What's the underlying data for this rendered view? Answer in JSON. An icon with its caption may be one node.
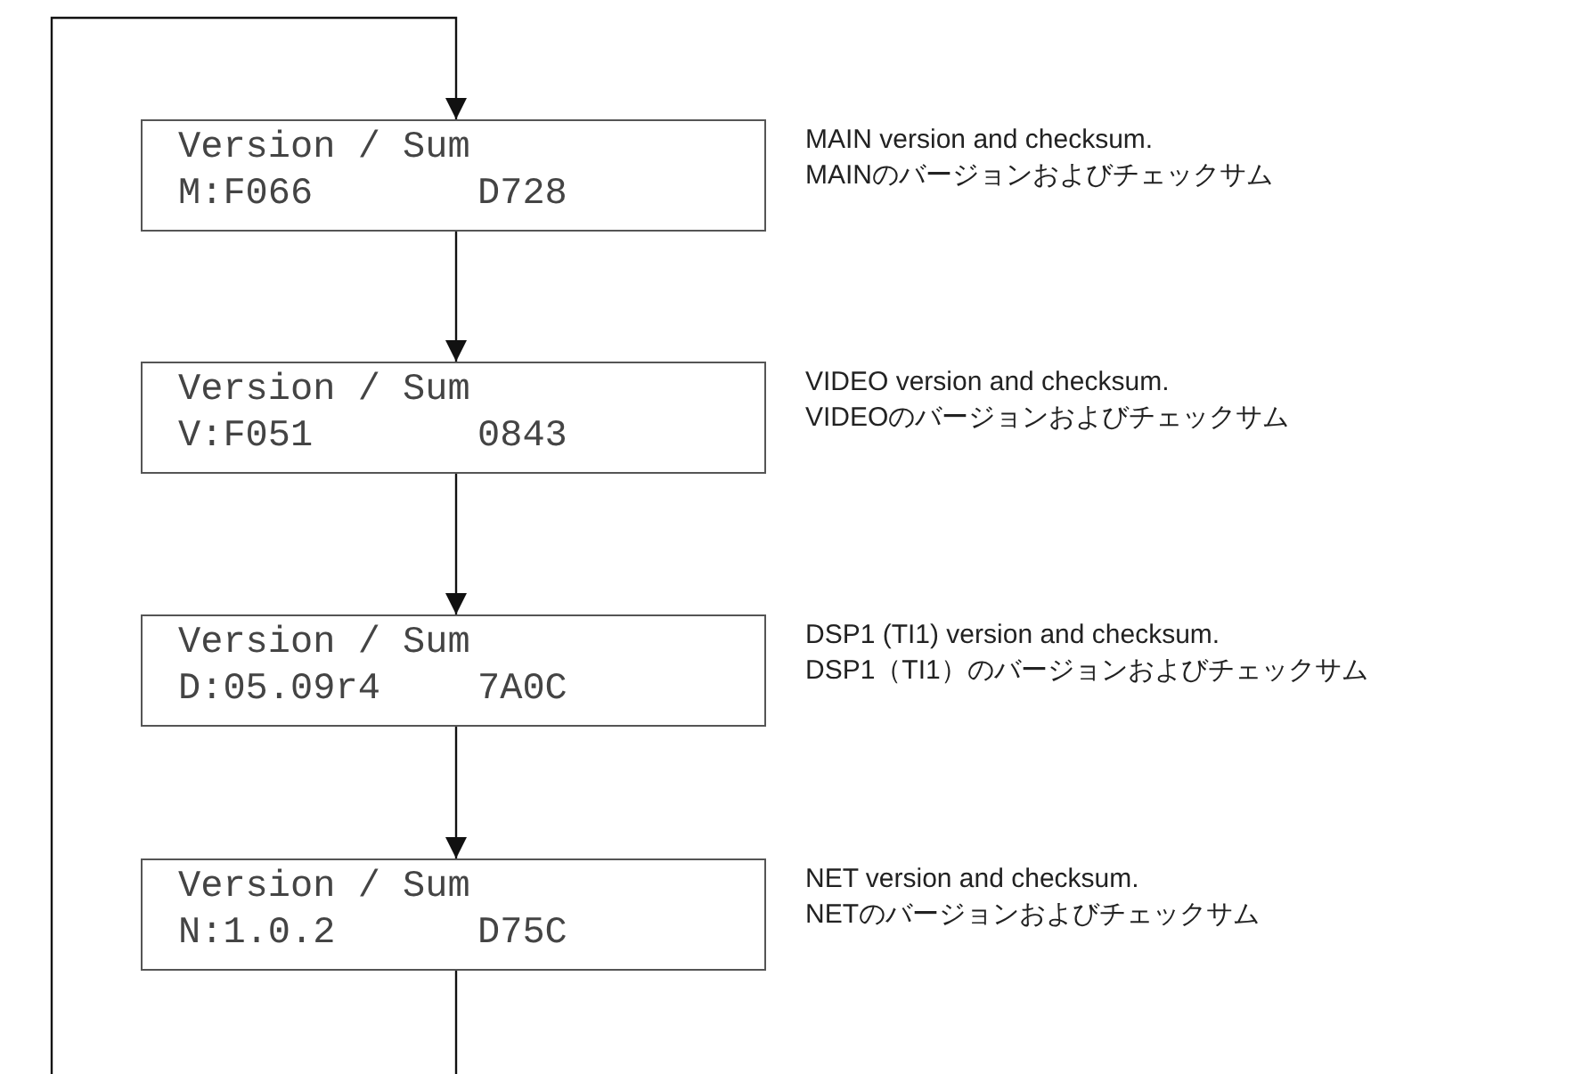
{
  "diagram": {
    "nodes": [
      {
        "text": [
          "Version / Sum",
          "M:F066",
          "D728"
        ],
        "beside": [
          "MAIN version and checksum.",
          "MAINのバージョンおよびチェックサム"
        ]
      },
      {
        "text": [
          "Version / Sum",
          "V:F051",
          "0843"
        ],
        "beside": [
          "VIDEO version and checksum.",
          "VIDEOのバージョンおよびチェックサム"
        ]
      },
      {
        "text": [
          "Version / Sum",
          "D:05.09r4",
          "7A0C"
        ],
        "beside": [
          "DSP1 (TI1) version and checksum.",
          "DSP1（TI1）のバージョンおよびチェックサム"
        ]
      },
      {
        "text": [
          "Version / Sum",
          "N:1.0.2",
          "D75C"
        ],
        "beside": [
          "NET version and checksum.",
          "NETのバージョンおよびチェックサム"
        ]
      }
    ],
    "edges": [
      {
        "from": null,
        "to": 0,
        "arrow": "to"
      },
      {
        "from": 0,
        "to": 1,
        "arrow": "to"
      },
      {
        "from": 1,
        "to": 2,
        "arrow": "to"
      },
      {
        "from": 2,
        "to": 3,
        "arrow": "to"
      },
      {
        "from": 3,
        "to": null,
        "arrow": "none"
      }
    ]
  }
}
